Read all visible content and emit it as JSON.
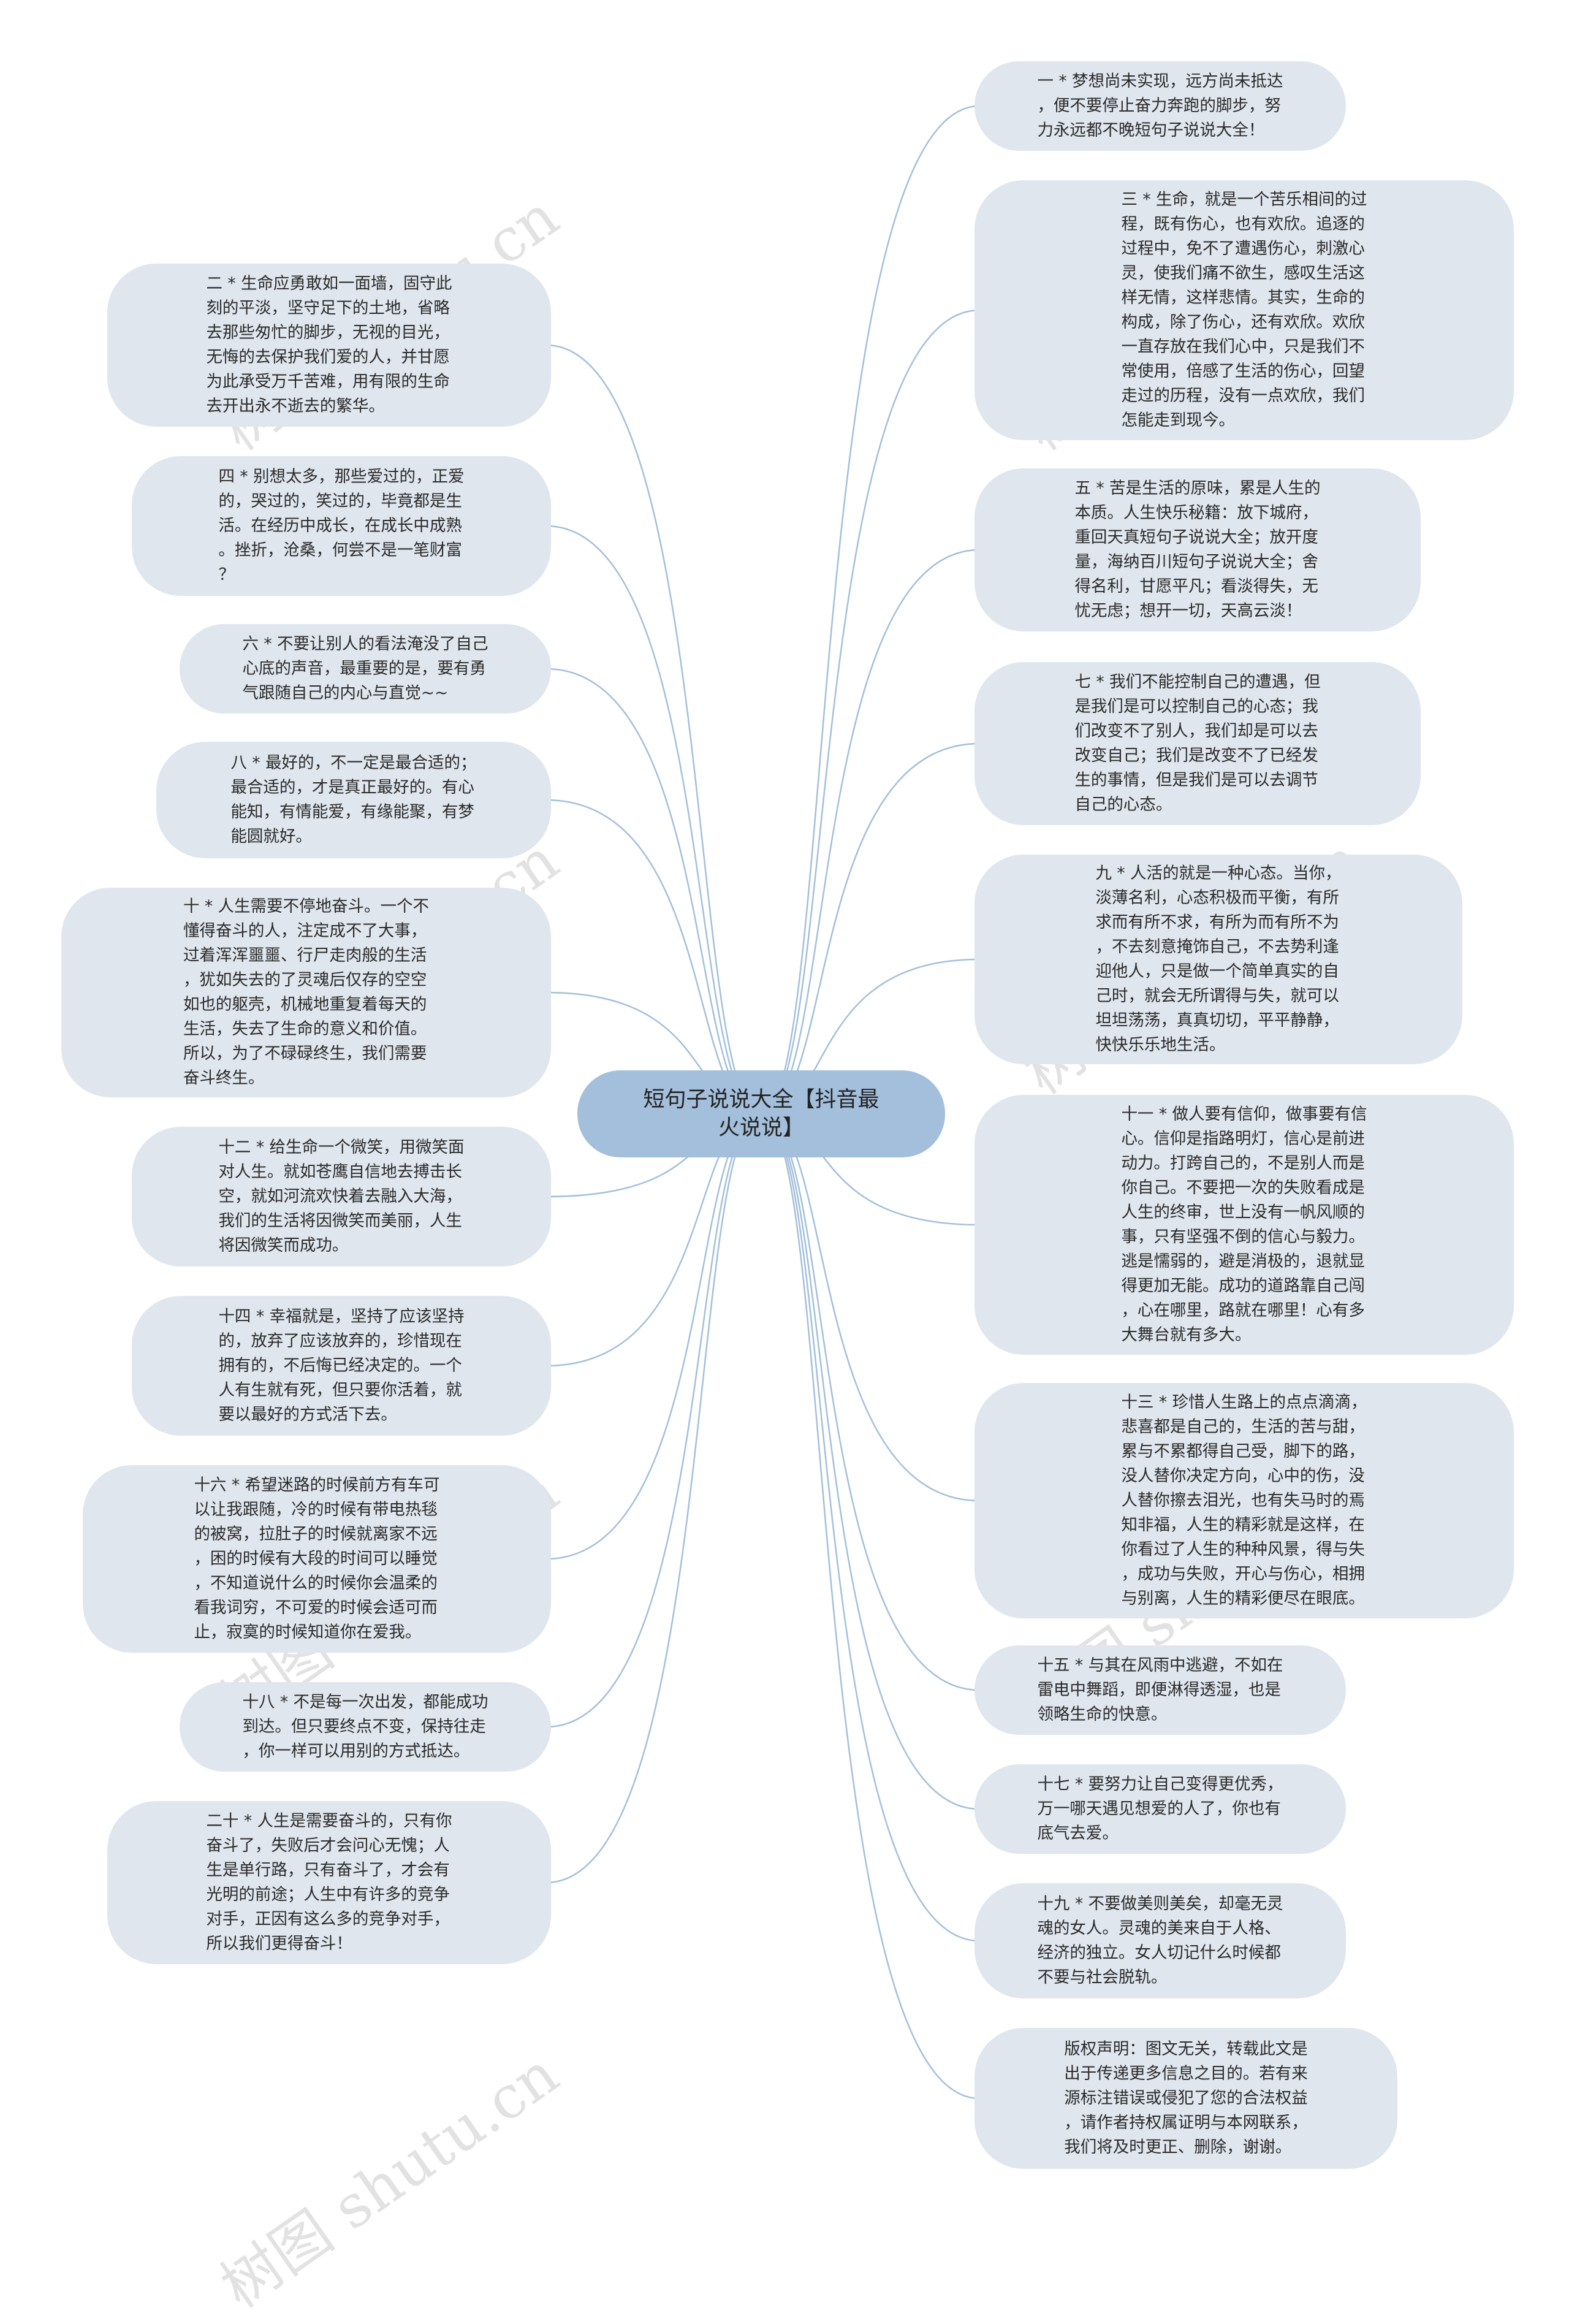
{
  "center": {
    "label": "短句子说说大全【抖音最\n火说说】"
  },
  "colors": {
    "link": "#a3bfdb",
    "node": "#dfe6ee",
    "center": "#a3bfdb"
  },
  "nodes": [
    {
      "id": "n1",
      "text": "一 * 梦想尚未实现，远方尚未抵达\n，便不要停止奋力奔跑的脚步，努\n力永远都不晚短句子说说大全！"
    },
    {
      "id": "n3",
      "text": "三 * 生命，就是一个苦乐相间的过\n程，既有伤心，也有欢欣。追逐的\n过程中，免不了遭遇伤心，刺激心\n灵，使我们痛不欲生，感叹生活这\n样无情，这样悲情。其实，生命的\n构成，除了伤心，还有欢欣。欢欣\n一直存放在我们心中，只是我们不\n常使用，倍感了生活的伤心，回望\n走过的历程，没有一点欢欣，我们\n怎能走到现今。"
    },
    {
      "id": "n5",
      "text": "五 * 苦是生活的原味，累是人生的\n本质。人生快乐秘籍：放下城府，\n重回天真短句子说说大全；放开度\n量，海纳百川短句子说说大全；舍\n得名利，甘愿平凡；看淡得失，无\n忧无虑；想开一切，天高云淡！"
    },
    {
      "id": "n7",
      "text": "七 * 我们不能控制自己的遭遇，但\n是我们是可以控制自己的心态；我\n们改变不了别人，我们却是可以去\n改变自己；我们是改变不了已经发\n生的事情，但是我们是可以去调节\n自己的心态。"
    },
    {
      "id": "n9",
      "text": "九 * 人活的就是一种心态。当你，\n淡薄名利，心态积极而平衡，有所\n求而有所不求，有所为而有所不为\n，不去刻意掩饰自己，不去势利逢\n迎他人，只是做一个简单真实的自\n己时，就会无所谓得与失，就可以\n坦坦荡荡，真真切切，平平静静，\n快快乐乐地生活。"
    },
    {
      "id": "n11",
      "text": "十一 * 做人要有信仰，做事要有信\n心。信仰是指路明灯，信心是前进\n动力。打跨自己的，不是别人而是\n你自己。不要把一次的失败看成是\n人生的终审，世上没有一帆风顺的\n事，只有坚强不倒的信心与毅力。\n逃是懦弱的，避是消极的，退就显\n得更加无能。成功的道路靠自己闯\n，心在哪里，路就在哪里！心有多\n大舞台就有多大。"
    },
    {
      "id": "n13",
      "text": "十三 * 珍惜人生路上的点点滴滴，\n悲喜都是自己的，生活的苦与甜，\n累与不累都得自己受，脚下的路，\n没人替你决定方向，心中的伤，没\n人替你擦去泪光，也有失马时的焉\n知非福，人生的精彩就是这样，在\n你看过了人生的种种风景，得与失\n，成功与失败，开心与伤心，相拥\n与别离，人生的精彩便尽在眼底。"
    },
    {
      "id": "n15",
      "text": "十五 * 与其在风雨中逃避，不如在\n雷电中舞蹈，即便淋得透湿，也是\n领略生命的快意。"
    },
    {
      "id": "n17",
      "text": "十七 * 要努力让自己变得更优秀，\n万一哪天遇见想爱的人了，你也有\n底气去爱。"
    },
    {
      "id": "n19",
      "text": "十九 * 不要做美则美矣，却毫无灵\n魂的女人。灵魂的美来自于人格、\n经济的独立。女人切记什么时候都\n不要与社会脱轨。"
    },
    {
      "id": "nc",
      "text": "版权声明：图文无关，转载此文是\n出于传递更多信息之目的。若有来\n源标注错误或侵犯了您的合法权益\n，请作者持权属证明与本网联系，\n我们将及时更正、删除，谢谢。"
    },
    {
      "id": "n2",
      "text": "二 * 生命应勇敢如一面墙，固守此\n刻的平淡，坚守足下的土地，省略\n去那些匆忙的脚步，无视的目光，\n无悔的去保护我们爱的人，并甘愿\n为此承受万千苦难，用有限的生命\n去开出永不逝去的繁华。"
    },
    {
      "id": "n4",
      "text": "四 * 别想太多，那些爱过的，正爱\n的，哭过的，笑过的，毕竟都是生\n活。在经历中成长，在成长中成熟\n。挫折，沧桑，何尝不是一笔财富\n？"
    },
    {
      "id": "n6",
      "text": "六 * 不要让别人的看法淹没了自己\n心底的声音，最重要的是，要有勇\n气跟随自己的内心与直觉~~"
    },
    {
      "id": "n8",
      "text": "八 * 最好的，不一定是最合适的；\n最合适的，才是真正最好的。有心\n能知，有情能爱，有缘能聚，有梦\n能圆就好。"
    },
    {
      "id": "n10",
      "text": "十 * 人生需要不停地奋斗。一个不\n懂得奋斗的人，注定成不了大事，\n过着浑浑噩噩、行尸走肉般的生活\n，犹如失去的了灵魂后仅存的空空\n如也的躯壳，机械地重复着每天的\n生活，失去了生命的意义和价值。\n所以，为了不碌碌终生，我们需要\n奋斗终生。"
    },
    {
      "id": "n12",
      "text": "十二 * 给生命一个微笑，用微笑面\n对人生。就如苍鹰自信地去搏击长\n空，就如河流欢快着去融入大海，\n我们的生活将因微笑而美丽，人生\n将因微笑而成功。"
    },
    {
      "id": "n14",
      "text": "十四 * 幸福就是，坚持了应该坚持\n的，放弃了应该放弃的，珍惜现在\n拥有的，不后悔已经决定的。一个\n人有生就有死，但只要你活着，就\n要以最好的方式活下去。"
    },
    {
      "id": "n16",
      "text": "十六 * 希望迷路的时候前方有车可\n以让我跟随，冷的时候有带电热毯\n的被窝，拉肚子的时候就离家不远\n，困的时候有大段的时间可以睡觉\n，不知道说什么的时候你会温柔的\n看我词穷，不可爱的时候会适可而\n止，寂寞的时候知道你在爱我。"
    },
    {
      "id": "n18",
      "text": "十八 * 不是每一次出发，都能成功\n到达。但只要终点不变，保持往走\n，你一样可以用别的方式抵达。"
    },
    {
      "id": "n20",
      "text": "二十 * 人生是需要奋斗的，只有你\n奋斗了，失败后才会问心无愧；人\n生是单行路，只有奋斗了，才会有\n光明的前途；人生中有许多的竞争\n对手，正因有这么多的竞争对手，\n所以我们更得奋斗！"
    }
  ],
  "watermarks": [
    "树图 shutu.cn",
    "树图 shutu.cn",
    "树图 shutu.cn",
    "树图 shutu.cn",
    "树图 shutu.cn",
    "树图 shutu.cn",
    "树图 shutu.cn"
  ]
}
